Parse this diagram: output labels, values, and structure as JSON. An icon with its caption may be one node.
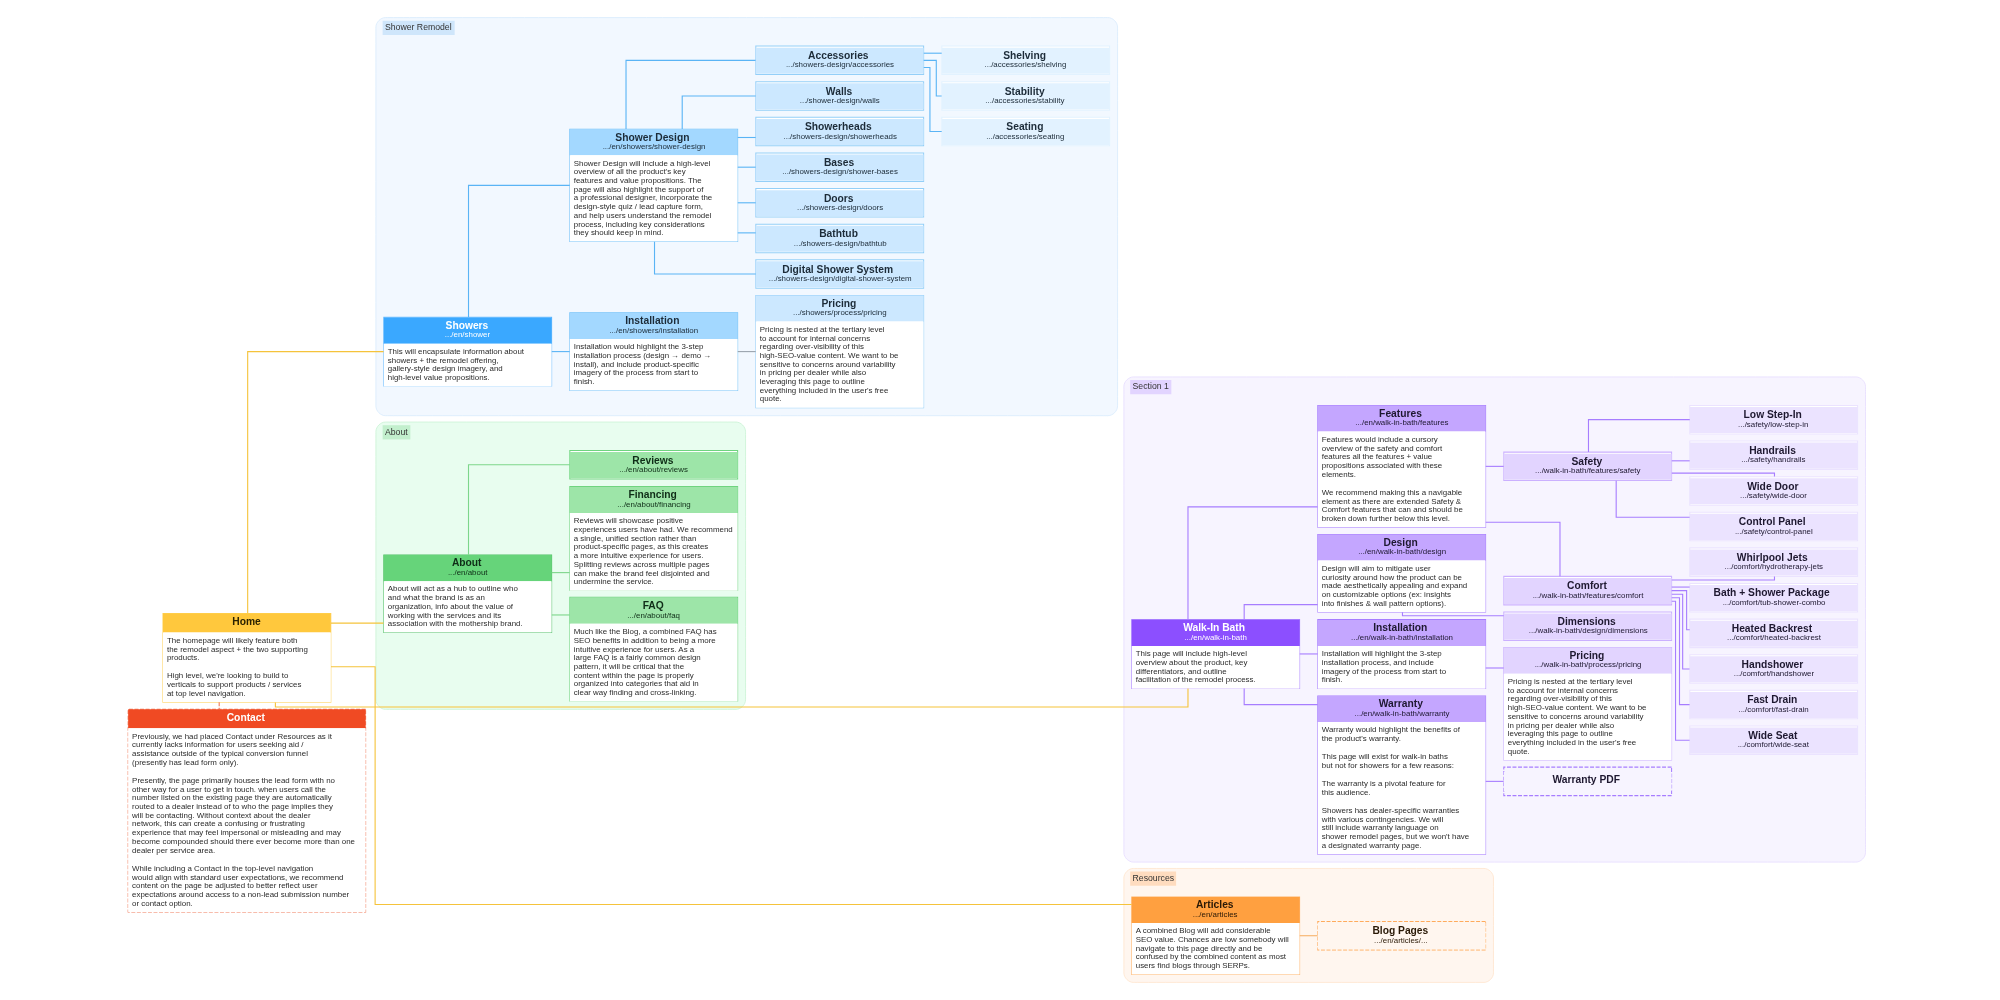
{
  "diagram": {
    "nodes": [
      {
        "text": [
          "Home",
          "The homepage will likely feature both the remodel aspect + the two supporting products.",
          "High level, we're looking to build to verticals to support products / services at top level navigation."
        ]
      },
      {
        "text": [
          "Shower Remodel"
        ]
      },
      {
        "text": [
          "Showers",
          ".../en/shower",
          "This will encapsulate information about showers + the remodel offering, gallery-style design imagery, and high-level value propositions."
        ],
        "in": 1
      },
      {
        "text": [
          "Shower Design",
          ".../en/showers/shower-design",
          "Shower Design will include a high-level overview of all the product's key features and value propositions. The page will also highlight the support of a professional designer, incorporate the design-style quiz / lead capture form, and help users understand the remodel process, including key considerations they should keep in mind."
        ],
        "in": 1
      },
      {
        "text": [
          "Accessories",
          ".../showers-design/accessories"
        ],
        "in": 1
      },
      {
        "text": [
          "Shelving",
          ".../accessories/shelving"
        ],
        "in": 1
      },
      {
        "text": [
          "Stability",
          ".../accessories/stability"
        ],
        "in": 1
      },
      {
        "text": [
          "Seating",
          ".../accessories/seating"
        ],
        "in": 1
      },
      {
        "text": [
          "Walls",
          ".../shower-design/walls"
        ],
        "in": 1
      },
      {
        "text": [
          "Showerheads",
          ".../showers-design/showerheads"
        ],
        "in": 1
      },
      {
        "text": [
          "Bases",
          ".../showers-design/shower-bases"
        ],
        "in": 1
      },
      {
        "text": [
          "Doors",
          ".../showers-design/doors"
        ],
        "in": 1
      },
      {
        "text": [
          "Bathtub",
          ".../showers-design/bathtub"
        ],
        "in": 1
      },
      {
        "text": [
          "Digital Shower System",
          ".../showers-design/digital-shower-system"
        ],
        "in": 1
      },
      {
        "text": [
          "Installation",
          ".../en/showers/installation",
          "Installation would highlight the 3-step installation process (design → demo → install), and include product-specific imagery of the process from start to finish."
        ],
        "in": 1
      },
      {
        "text": [
          "Pricing",
          ".../showers/process/pricing",
          "Pricing is nested at the tertiary level to account for internal concerns regarding over-visibility of this high-SEO-value content. We want to be sensitive to concerns around variability in pricing per dealer while also leveraging this page to outline everything included in the user's free quote."
        ],
        "in": 1
      },
      {
        "text": [
          "Section 1"
        ]
      },
      {
        "text": [
          "Walk-In Bath",
          ".../en/walk-in-bath",
          "This page will include high-level overview about the product, key differentiators, and outline facilitation of the remodel process."
        ],
        "in": 16
      },
      {
        "text": [
          "Features",
          ".../en/walk-in-bath/features",
          "Features would include a cursory overview of the safety and comfort features all the features + value propositions associated with these elements.",
          "We recommend making this a navigable element as there are extended Safety & Comfort features that can and should be broken down further below this level."
        ],
        "in": 16
      },
      {
        "text": [
          "Safety",
          ".../walk-in-bath/features/safety"
        ],
        "in": 16
      },
      {
        "text": [
          "Low Step-In",
          ".../safety/low-step-in"
        ],
        "in": 16
      },
      {
        "text": [
          "Handrails",
          ".../safety/handrails"
        ],
        "in": 16
      },
      {
        "text": [
          "Wide Door",
          ".../safety/wide-door"
        ],
        "in": 16
      },
      {
        "text": [
          "Control Panel",
          ".../safety/control-panel"
        ],
        "in": 16
      },
      {
        "text": [
          "Comfort",
          ".../walk-in-bath/features/comfort"
        ],
        "in": 16
      },
      {
        "text": [
          "Whirlpool Jets",
          ".../comfort/hydrotherapy-jets"
        ],
        "in": 16
      },
      {
        "text": [
          "Bath + Shower Package",
          ".../comfort/tub-shower-combo"
        ],
        "in": 16
      },
      {
        "text": [
          "Heated Backrest",
          ".../comfort/heated-backrest"
        ],
        "in": 16
      },
      {
        "text": [
          "Handshower",
          ".../comfort/handshower"
        ],
        "in": 16
      },
      {
        "text": [
          "Fast Drain",
          ".../comfort/fast-drain"
        ],
        "in": 16
      },
      {
        "text": [
          "Wide Seat",
          ".../comfort/wide-seat"
        ],
        "in": 16
      },
      {
        "text": [
          "Design",
          ".../en/walk-in-bath/design",
          "Design will aim to mitigate user curiosity around how the product can be made aesthetically appealing and expand on customizable options (ex: insights into finishes & wall pattern options)."
        ],
        "in": 16
      },
      {
        "text": [
          "Dimensions",
          ".../walk-in-bath/design/dimensions"
        ],
        "in": 16
      },
      {
        "text": [
          "Installation",
          ".../en/walk-in-bath/installation",
          "Installation will highlight the 3-step installation process, and include imagery of the process from start to finish."
        ],
        "in": 16
      },
      {
        "text": [
          "Pricing",
          ".../walk-in-bath/process/pricing",
          "Pricing is nested at the tertiary level to account for internal concerns regarding over-visibility of this high-SEO-value content. We want to be sensitive to concerns around variability in pricing per dealer while also leveraging this page to outline everything included in the user's free quote."
        ],
        "in": 16
      },
      {
        "text": [
          "Warranty",
          ".../en/walk-in-bath/warranty",
          "Warranty would highlight the benefits of the product's warranty.",
          "This page will exist for walk-in baths but not for showers for a few reasons:",
          "The warranty is a pivotal feature for this audience.",
          "Showers has dealer-specific warranties with various contingencies. We will still include warranty language on shower remodel pages, but we won't have a designated warranty page."
        ],
        "in": 16
      },
      {
        "text": [
          "Warranty PDF"
        ],
        "in": 16
      },
      {
        "text": [
          "About"
        ]
      },
      {
        "text": [
          "About",
          ".../en/about",
          "About will act as a hub to outline who and what the brand is as an organization, info about the value of working with the services and its association with the mothership brand."
        ],
        "in": 37
      },
      {
        "text": [
          "Reviews",
          ".../en/about/reviews"
        ],
        "in": 37
      },
      {
        "text": [
          "Financing",
          ".../en/about/financing",
          "Reviews will showcase positive experiences users have had. We recommend a single, unified section rather than product-specific pages, as this creates a more intuitive experience for users. Splitting reviews across multiple pages can make the brand feel disjointed and undermine the service."
        ],
        "in": 37
      },
      {
        "text": [
          "FAQ",
          ".../en/about/faq",
          "Much like the Blog, a combined FAQ has SEO benefits in addition to being a more intuitive experience for users. As a large FAQ is a fairly common design pattern, it will be critical that the content within the page is properly organized into categories that aid in clear way finding and cross-linking."
        ],
        "in": 37
      },
      {
        "text": [
          "Resources"
        ]
      },
      {
        "text": [
          "Articles",
          ".../en/articles",
          "A combined Blog will add considerable SEO value. Chances are low somebody will navigate to this page directly and be confused by the combined content as most users find blogs through SERPs."
        ],
        "in": 42
      },
      {
        "text": [
          "Blog Pages",
          ".../en/articles/..."
        ],
        "in": 42
      },
      {
        "text": [
          "Contact",
          "Previously, we had placed Contact under Resources as it currently lacks information for users seeking aid / assistance outside of the typical conversion funnel (presently has lead form only).",
          "Presently, the page primarily houses the lead form with no other way for a user to get in touch. when users call the number listed on the existing page they are automatically routed to a dealer instead of to who the page implies they will be contacting. Without context about the dealer network, this can create a confusing or frustrating experience that may feel impersonal or misleading and may become compounded should there ever become more than one dealer per service area.",
          "While including a Contact in the top-level navigation would align with standard user expectations, we recommend content on the page be adjusted to better reflect user expectations around access to a non-lead submission number or contact option."
        ]
      }
    ],
    "edges": [
      {
        "from": 0,
        "to": 2,
        "arrow": "none",
        "color": "#f5c33b"
      },
      {
        "from": 0,
        "to": 17,
        "arrow": "none",
        "color": "#f5c33b"
      },
      {
        "from": 0,
        "to": 38,
        "arrow": "none",
        "color": "#f5c33b"
      },
      {
        "from": 0,
        "to": 43,
        "arrow": "none",
        "color": "#f5c33b"
      },
      {
        "from": 0,
        "to": 45,
        "arrow": "none",
        "style": "dashed",
        "color": "#f07a5a"
      },
      {
        "from": 2,
        "to": 3,
        "arrow": "none",
        "color": "#5ab4f5"
      },
      {
        "from": 2,
        "to": 14,
        "arrow": "none",
        "color": "#5ab4f5"
      },
      {
        "from": 3,
        "to": 4,
        "arrow": "none",
        "color": "#5ab4f5"
      },
      {
        "from": 4,
        "to": 5,
        "arrow": "none",
        "color": "#5ab4f5"
      },
      {
        "from": 4,
        "to": 6,
        "arrow": "none",
        "color": "#5ab4f5"
      },
      {
        "from": 4,
        "to": 7,
        "arrow": "none",
        "color": "#5ab4f5"
      },
      {
        "from": 3,
        "to": 8,
        "arrow": "none",
        "color": "#5ab4f5"
      },
      {
        "from": 3,
        "to": 9,
        "arrow": "none",
        "color": "#5ab4f5"
      },
      {
        "from": 3,
        "to": 10,
        "arrow": "none",
        "color": "#5ab4f5"
      },
      {
        "from": 3,
        "to": 11,
        "arrow": "none",
        "color": "#5ab4f5"
      },
      {
        "from": 3,
        "to": 12,
        "arrow": "none",
        "color": "#5ab4f5"
      },
      {
        "from": 3,
        "to": 13,
        "arrow": "none",
        "color": "#5ab4f5"
      },
      {
        "from": 14,
        "to": 15,
        "arrow": "none",
        "color": "#9aa4ae"
      },
      {
        "from": 17,
        "to": 18,
        "arrow": "none"
      },
      {
        "from": 18,
        "to": 19,
        "arrow": "none"
      },
      {
        "from": 19,
        "to": 20,
        "arrow": "none"
      },
      {
        "from": 19,
        "to": 21,
        "arrow": "none"
      },
      {
        "from": 19,
        "to": 22,
        "arrow": "none"
      },
      {
        "from": 19,
        "to": 23,
        "arrow": "none"
      },
      {
        "from": 18,
        "to": 24,
        "arrow": "none"
      },
      {
        "from": 24,
        "to": 25,
        "arrow": "none"
      },
      {
        "from": 24,
        "to": 26,
        "arrow": "none"
      },
      {
        "from": 24,
        "to": 27,
        "arrow": "none"
      },
      {
        "from": 24,
        "to": 28,
        "arrow": "none"
      },
      {
        "from": 24,
        "to": 29,
        "arrow": "none"
      },
      {
        "from": 24,
        "to": 30,
        "arrow": "none"
      },
      {
        "from": 17,
        "to": 31,
        "arrow": "none"
      },
      {
        "from": 31,
        "to": 32,
        "arrow": "none"
      },
      {
        "from": 17,
        "to": 33,
        "arrow": "none"
      },
      {
        "from": 33,
        "to": 34,
        "arrow": "none"
      },
      {
        "from": 17,
        "to": 35,
        "arrow": "none"
      },
      {
        "from": 35,
        "to": 36,
        "arrow": "none"
      },
      {
        "from": 38,
        "to": 39,
        "arrow": "none",
        "color": "#7dd68b"
      },
      {
        "from": 38,
        "to": 40,
        "arrow": "none",
        "color": "#7dd68b"
      },
      {
        "from": 38,
        "to": 41,
        "arrow": "none",
        "color": "#7dd68b"
      },
      {
        "from": 43,
        "to": 44,
        "arrow": "none",
        "color": "#f7b26a"
      }
    ]
  }
}
